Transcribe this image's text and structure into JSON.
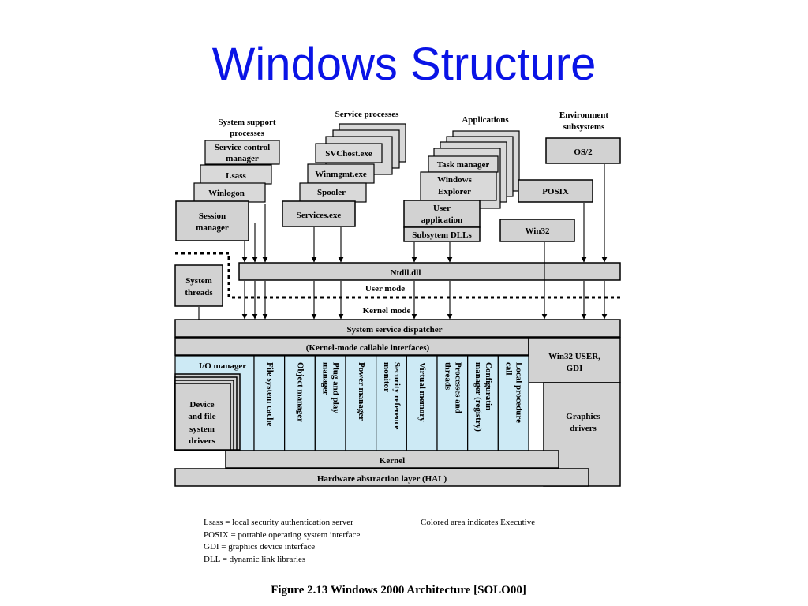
{
  "slide": {
    "title": "Windows Structure"
  },
  "diagram": {
    "headings": {
      "system_support_1": "System support",
      "system_support_2": "processes",
      "service_processes": "Service processes",
      "applications": "Applications",
      "environment_1": "Environment",
      "environment_2": "subsystems"
    },
    "system_support": {
      "service_control_1": "Service control",
      "service_control_2": "manager",
      "lsass": "Lsass",
      "winlogon": "Winlogon",
      "session_manager_1": "Session",
      "session_manager_2": "manager"
    },
    "service_processes": {
      "svchost": "SVChost.exe",
      "winmgmt": "Winmgmt.exe",
      "spooler": "Spooler",
      "services": "Services.exe"
    },
    "applications": {
      "task_manager": "Task manager",
      "windows_explorer_1": "Windows",
      "windows_explorer_2": "Explorer",
      "user_application_1": "User",
      "user_application_2": "application",
      "subsystem_dlls": "Subsytem DLLs"
    },
    "environment": {
      "os2": "OS/2",
      "posix": "POSIX",
      "win32": "Win32"
    },
    "system_threads_1": "System",
    "system_threads_2": "threads",
    "ntdll": "Ntdll.dll",
    "user_mode": "User mode",
    "kernel_mode": "Kernel mode",
    "dispatcher": "System service dispatcher",
    "callable_interfaces": "(Kernel-mode callable interfaces)",
    "io_manager": "I/O manager",
    "device_drivers": [
      "Device",
      "and file",
      "system",
      "drivers"
    ],
    "executive": [
      [
        "File system cache"
      ],
      [
        "Object manager"
      ],
      [
        "Plug and play",
        "manager"
      ],
      [
        "Power manager"
      ],
      [
        "Security reference",
        "monitor"
      ],
      [
        "Virtual memory"
      ],
      [
        "Processes and",
        "threads"
      ],
      [
        "Configuratin",
        "manager (registry)"
      ],
      [
        "Local procedure",
        "call"
      ]
    ],
    "win32_user_gdi_1": "Win32 USER,",
    "win32_user_gdi_2": "GDI",
    "graphics_drivers_1": "Graphics",
    "graphics_drivers_2": "drivers",
    "kernel": "Kernel",
    "hal": "Hardware abstraction layer (HAL)"
  },
  "legend": {
    "lines": [
      "Lsass = local security authentication server",
      "POSIX = portable operating system interface",
      "GDI = graphics device interface",
      "DLL = dynamic link libraries"
    ],
    "colored_note": "Colored area indicates Executive"
  },
  "caption": "Figure 2.13  Windows 2000 Architecture [SOLO00]"
}
